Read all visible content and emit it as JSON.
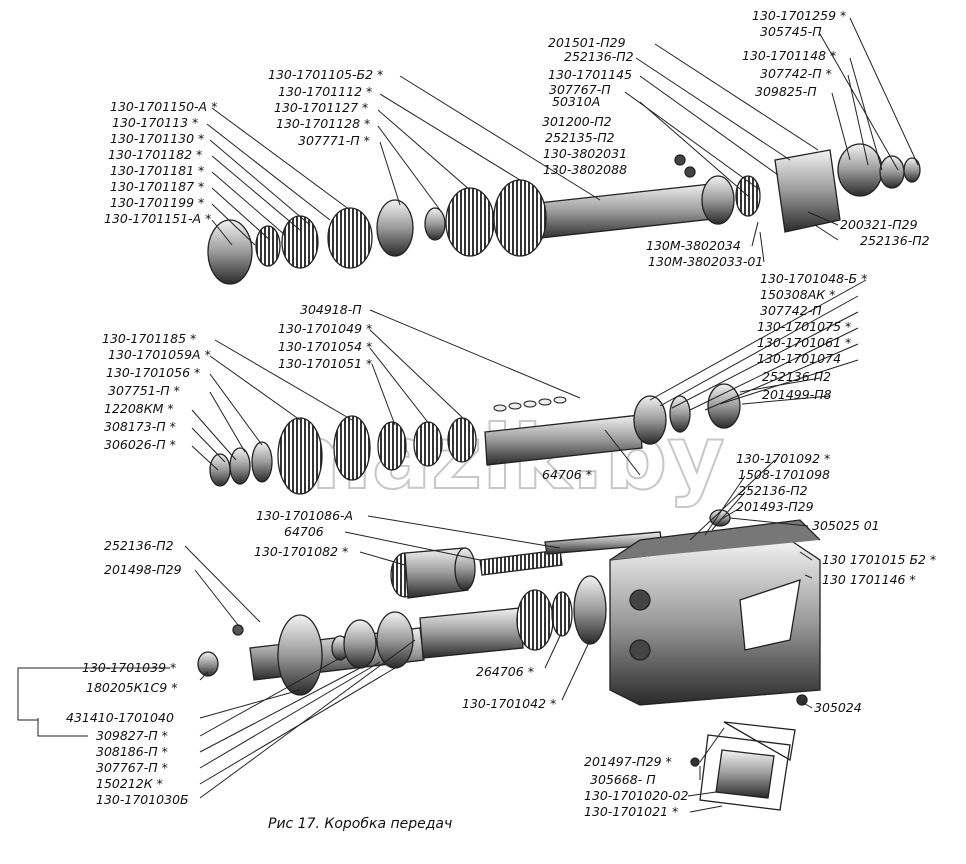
{
  "caption": "Рис 17. Коробка  передач",
  "watermark": "mazik.by",
  "labels": {
    "l1": "130-1701259 *",
    "l2": "305745-П",
    "l3": "130-1701148 *",
    "l4": "307742-П *",
    "l5": "309825-П",
    "l6": "201501-П29",
    "l7": "252136-П2",
    "l8": "130-1701145",
    "l9": "307767-П",
    "l10": "50310А",
    "l11": "301200-П2",
    "l12": "252135-П2",
    "l13": "130-3802031",
    "l14": "130-3802088",
    "l15": "130-1701105-Б2 *",
    "l16": "130-1701112 *",
    "l17": "130-1701127 *",
    "l18": "130-1701128 *",
    "l19": "307771-П *",
    "l20": "130-1701150-А *",
    "l21": "130-170113 *",
    "l22": "130-1701130 *",
    "l23": "130-1701182 *",
    "l24": "130-1701181 *",
    "l25": "130-1701187 *",
    "l26": "130-1701199 *",
    "l27": "130-1701151-А *",
    "l28": "200321-П29",
    "l29": "252136-П2",
    "l30": "130М-3802034",
    "l31": "130М-3802033-01",
    "l32": "130-1701048-Б *",
    "l33": "150308АК *",
    "l34": "307742-П",
    "l35": "130-1701075 *",
    "l36": "130-1701061 *",
    "l37": "130-1701074",
    "l38": "252136 П2",
    "l39": "201499-П8",
    "l40": "304918-П",
    "l41": "130-1701049 *",
    "l42": "130-1701054 *",
    "l43": "130-1701051 *",
    "l44": "130-1701185 *",
    "l45": "130-1701059А *",
    "l46": "130-1701056 *",
    "l47": "307751-П *",
    "l48": "12208КМ *",
    "l49": "308173-П *",
    "l50": "306026-П *",
    "l51": "64706 *",
    "l52": "130-1701092 *",
    "l53": "1508-1701098",
    "l54": "252136-П2",
    "l55": "201493-П29",
    "l56": "305025 01",
    "l57": "130-1701086-А",
    "l58": "64706",
    "l59": "130-1701082 *",
    "l60": "130 1701015 Б2 *",
    "l61": "130 1701146 *",
    "l62": "252136-П2",
    "l63": "201498-П29",
    "l64": "130-1701039 *",
    "l65": "180205К1С9 *",
    "l66": "431410-1701040",
    "l67": "309827-П *",
    "l68": "308186-П *",
    "l69": "307767-П *",
    "l70": "150212К *",
    "l71": "130-1701030Б",
    "l72": "264706 *",
    "l73": "130-1701042 *",
    "l74": "305024",
    "l75": "201497-П29 *",
    "l76": "305668- П",
    "l77": "130-1701020-02",
    "l78": "130-1701021 *"
  }
}
